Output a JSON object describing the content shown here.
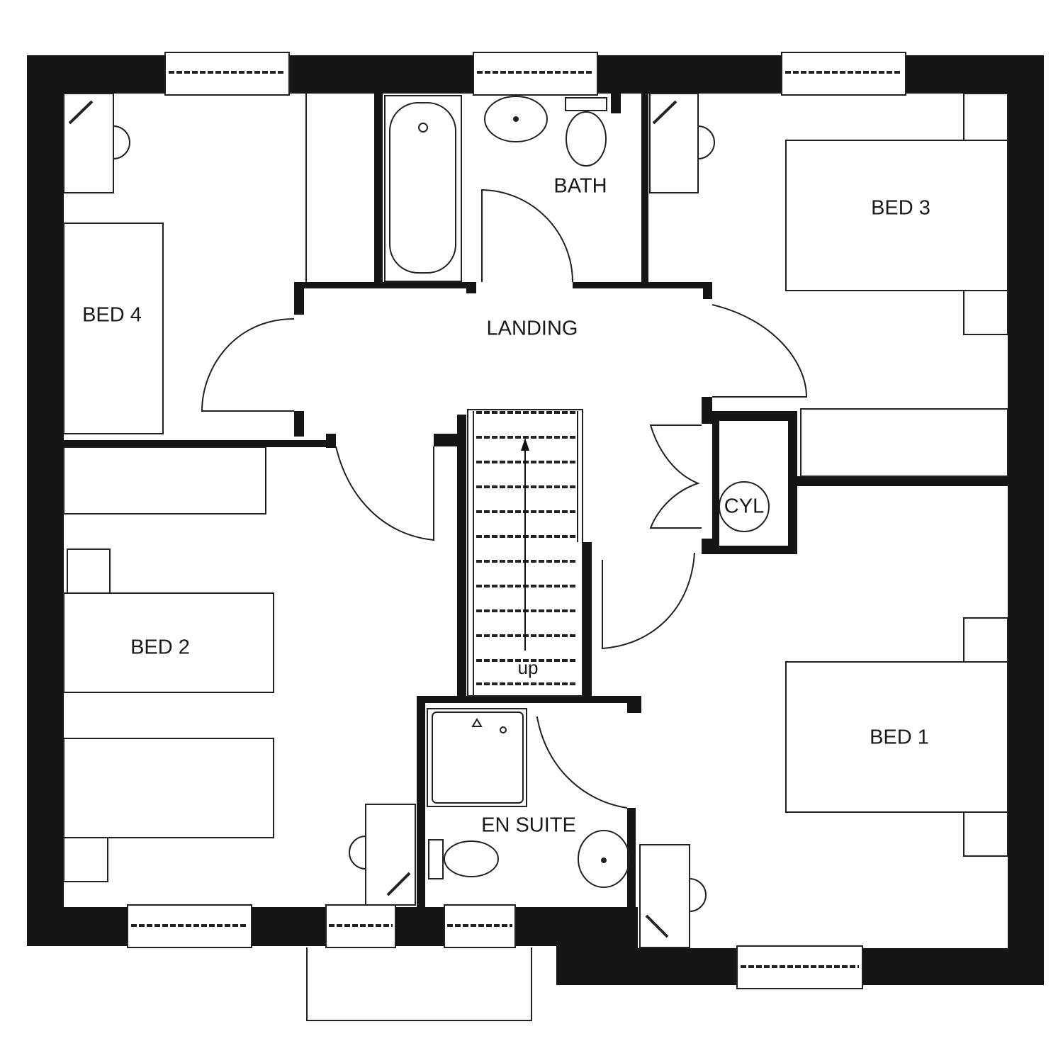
{
  "plan": {
    "rooms": {
      "bath": "BATH",
      "bed3": "BED 3",
      "bed4": "BED 4",
      "landing": "LANDING",
      "bed2": "BED 2",
      "bed1": "BED 1",
      "en_suite": "EN SUITE",
      "cylinder": "CYL"
    },
    "stairs_label": "up"
  },
  "colors": {
    "wall": "#161616",
    "background": "#ffffff",
    "line": "#222222"
  }
}
